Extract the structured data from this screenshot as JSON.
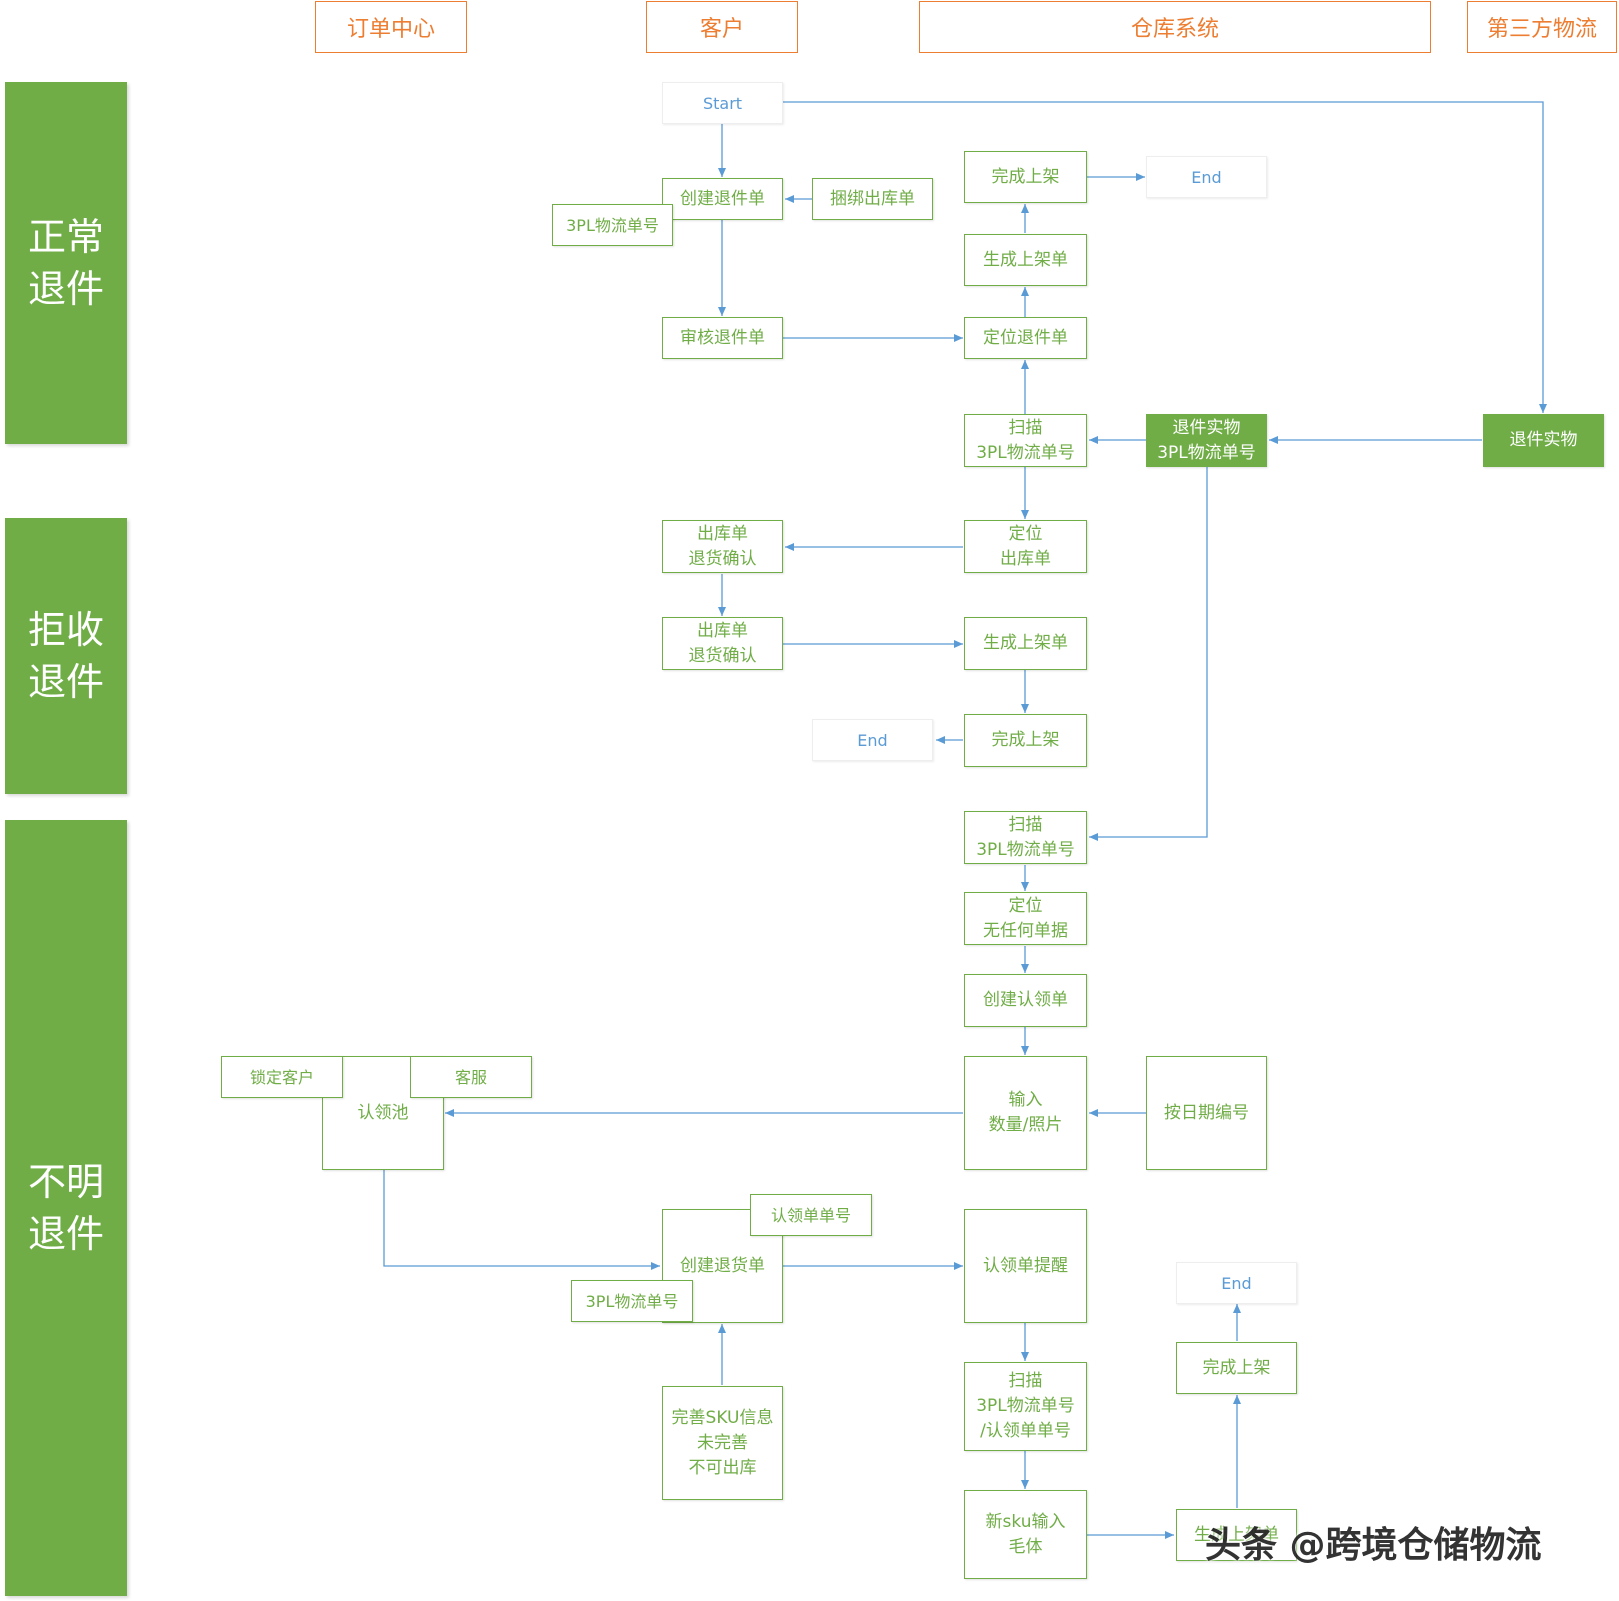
{
  "lanes": [
    "订单中心",
    "客户",
    "仓库系统",
    "第三方物流"
  ],
  "bands": [
    "正常\n退件",
    "拒收\n退件",
    "不明\n退件"
  ],
  "nodes": {
    "start": "Start",
    "create_return_order": "创建退件单",
    "bind_outbound": "捆绑出库单",
    "tpl_tracking_1": "3PL物流单号",
    "review_return": "审核退件单",
    "complete_shelf_1": "完成上架",
    "end_1": "End",
    "generate_shelf_1": "生成上架单",
    "locate_return": "定位退件单",
    "scan_tpl_1": "扫描\n3PL物流单号",
    "return_item_tpl": "退件实物\n3PL物流单号",
    "return_item": "退件实物",
    "locate_outbound": "定位\n出库单",
    "outbound_confirm_1": "出库单\n退货确认",
    "outbound_confirm_2": "出库单\n退货确认",
    "generate_shelf_2": "生成上架单",
    "complete_shelf_2": "完成上架",
    "end_2": "End",
    "scan_tpl_2": "扫描\n3PL物流单号",
    "locate_no_doc": "定位\n无任何单据",
    "create_claim": "创建认领单",
    "input_qty_photo": "输入\n数量/照片",
    "number_by_date": "按日期编号",
    "claim_pool": "认领池",
    "lock_customer": "锁定客户",
    "customer_service": "客服",
    "claim_no": "认领单单号",
    "create_return_goods": "创建退货单",
    "tpl_tracking_2": "3PL物流单号",
    "claim_reminder": "认领单提醒",
    "end_3": "End",
    "complete_shelf_3": "完成上架",
    "improve_sku": "完善SKU信息\n未完善\n不可出库",
    "scan_tpl_claim": "扫描\n3PL物流单号\n/认领单单号",
    "new_sku_input": "新sku输入\n毛体",
    "generate_shelf_3": "生成上架单"
  },
  "watermark": "头条 @跨境仓储物流",
  "colors": {
    "lane_border": "#ed7d31",
    "node_green": "#70ad47",
    "connector_blue": "#5b9bd5"
  }
}
